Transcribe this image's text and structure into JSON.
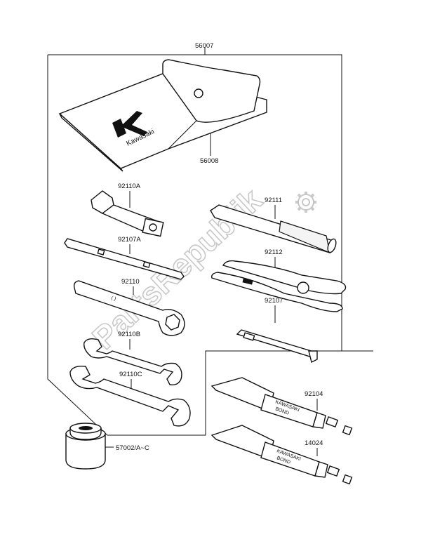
{
  "watermark": {
    "text": "PartsRepublik"
  },
  "brand": {
    "text": "Kawasaki"
  },
  "tube_print": {
    "line1": "KAWASAKI",
    "line2": "BOND"
  },
  "labels": {
    "tool_kit": "56007",
    "pouch": "56008",
    "plug_wrench": "92110A",
    "handle": "92111",
    "screwdriver_shaft": "92107A",
    "pliers": "92112",
    "ring_wrench": "92110",
    "screwdriver": "92107",
    "open_wrench_b": "92110B",
    "open_wrench_c": "92110C",
    "bond_tube_a": "92104",
    "bond_tube_b": "14024",
    "oil_filter": "57002/A~C"
  }
}
